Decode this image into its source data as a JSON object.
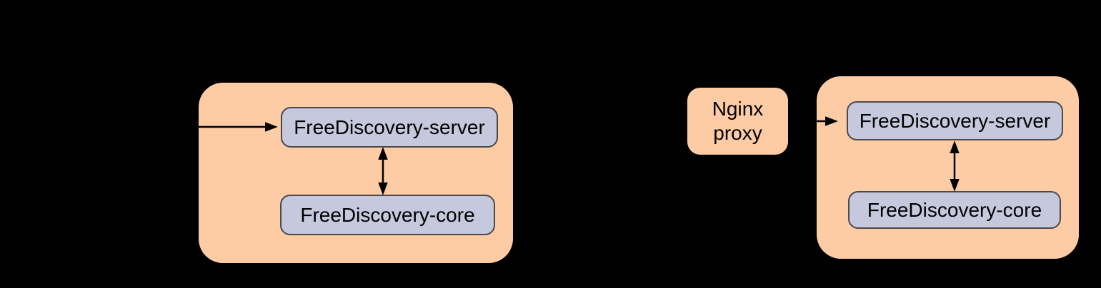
{
  "colors": {
    "background": "#000000",
    "container_fill": "#fdcba4",
    "node_fill": "#c6c9de",
    "node_border": "#4a4a4a",
    "arrow": "#000000",
    "text": "#000000"
  },
  "diagram": {
    "direct": {
      "server_label": "FreeDiscovery-server",
      "core_label": "FreeDiscovery-core"
    },
    "proxied": {
      "proxy_lines": [
        "Nginx",
        "proxy"
      ],
      "server_label": "FreeDiscovery-server",
      "core_label": "FreeDiscovery-core"
    }
  }
}
